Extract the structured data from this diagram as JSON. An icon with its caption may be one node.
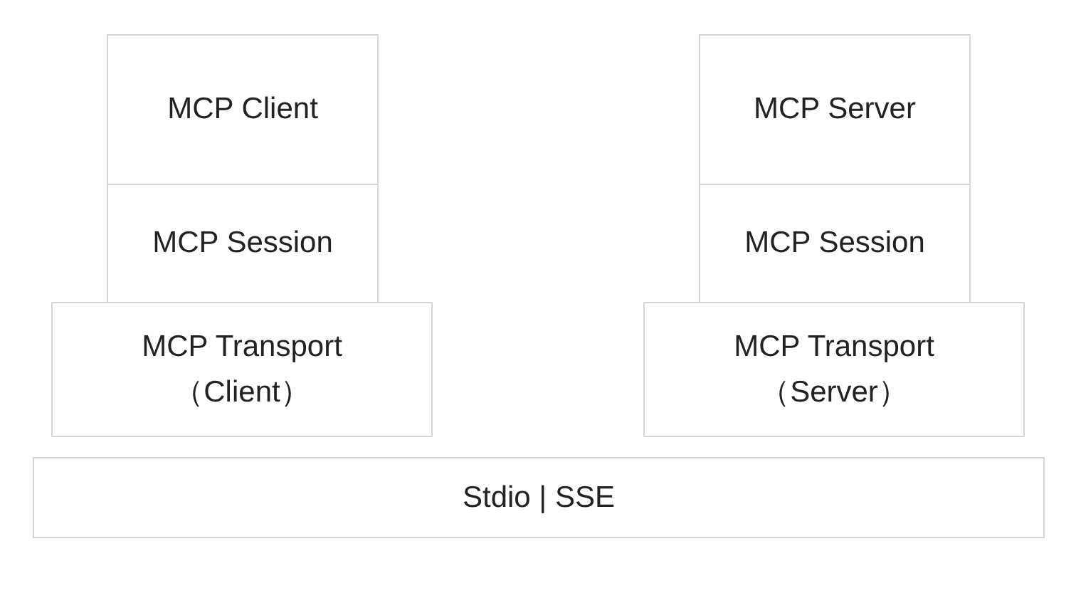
{
  "diagram": {
    "nodes": [
      {
        "text": [
          "MCP Client"
        ]
      },
      {
        "text": [
          "MCP Session"
        ]
      },
      {
        "text": [
          "MCP Transport （Client）"
        ]
      },
      {
        "text": [
          "MCP Server"
        ]
      },
      {
        "text": [
          "MCP Session"
        ]
      },
      {
        "text": [
          "MCP Transport （Server）"
        ]
      },
      {
        "text": [
          "Stdio | SSE"
        ]
      }
    ]
  }
}
